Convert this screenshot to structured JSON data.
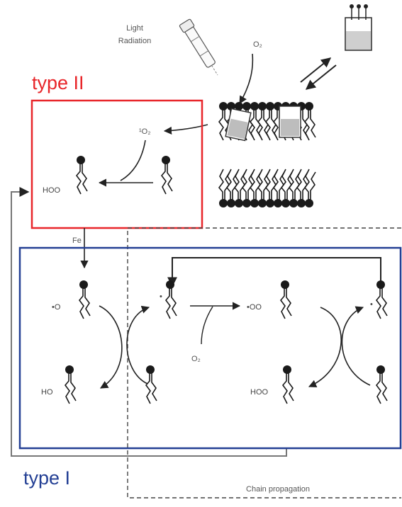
{
  "labels": {
    "light_radiation": [
      "Light",
      "Radiation"
    ],
    "o2_top": "O₂",
    "singlet_o2": "¹O₂",
    "hoo_type2": "HOO",
    "fe": "Fe",
    "o_radical": "•O",
    "oo_radical": "•OO",
    "o2_mid": "O₂",
    "ho": "HO",
    "hoo_bottom": "HOO",
    "chain_propagation": "Chain propagation"
  },
  "regions": {
    "type_ii": {
      "label": "type II",
      "color": "#e8262a"
    },
    "type_i": {
      "label": "type I",
      "color": "#233f94"
    }
  },
  "colors": {
    "ink": "#222222",
    "lipid": "#1a1a1a",
    "dash": "#444444"
  }
}
